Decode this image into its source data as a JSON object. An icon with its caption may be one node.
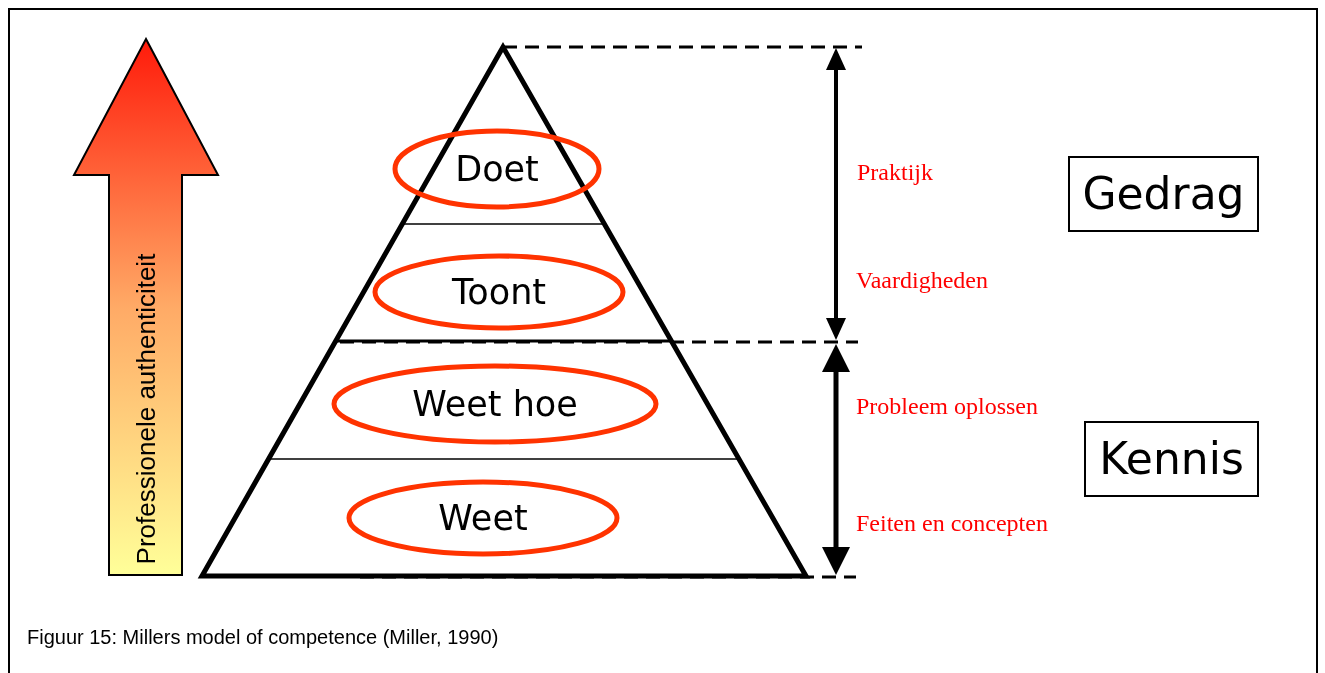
{
  "diagram": {
    "caption": "Figuur 15: Millers model of competence (Miller, 1990)",
    "nodes": [
      {
        "text": [
          "Professionele authenticiteit"
        ]
      },
      {
        "text": [
          "Doet"
        ]
      },
      {
        "text": [
          "Toont"
        ]
      },
      {
        "text": [
          "Weet hoe"
        ]
      },
      {
        "text": [
          "Weet"
        ]
      },
      {
        "text": [
          "Gedrag"
        ]
      },
      {
        "text": [
          "Kennis"
        ]
      }
    ],
    "labels": [
      "Praktijk",
      "Vaardigheden",
      "Probleem oplossen",
      "Feiten en concepten"
    ]
  }
}
